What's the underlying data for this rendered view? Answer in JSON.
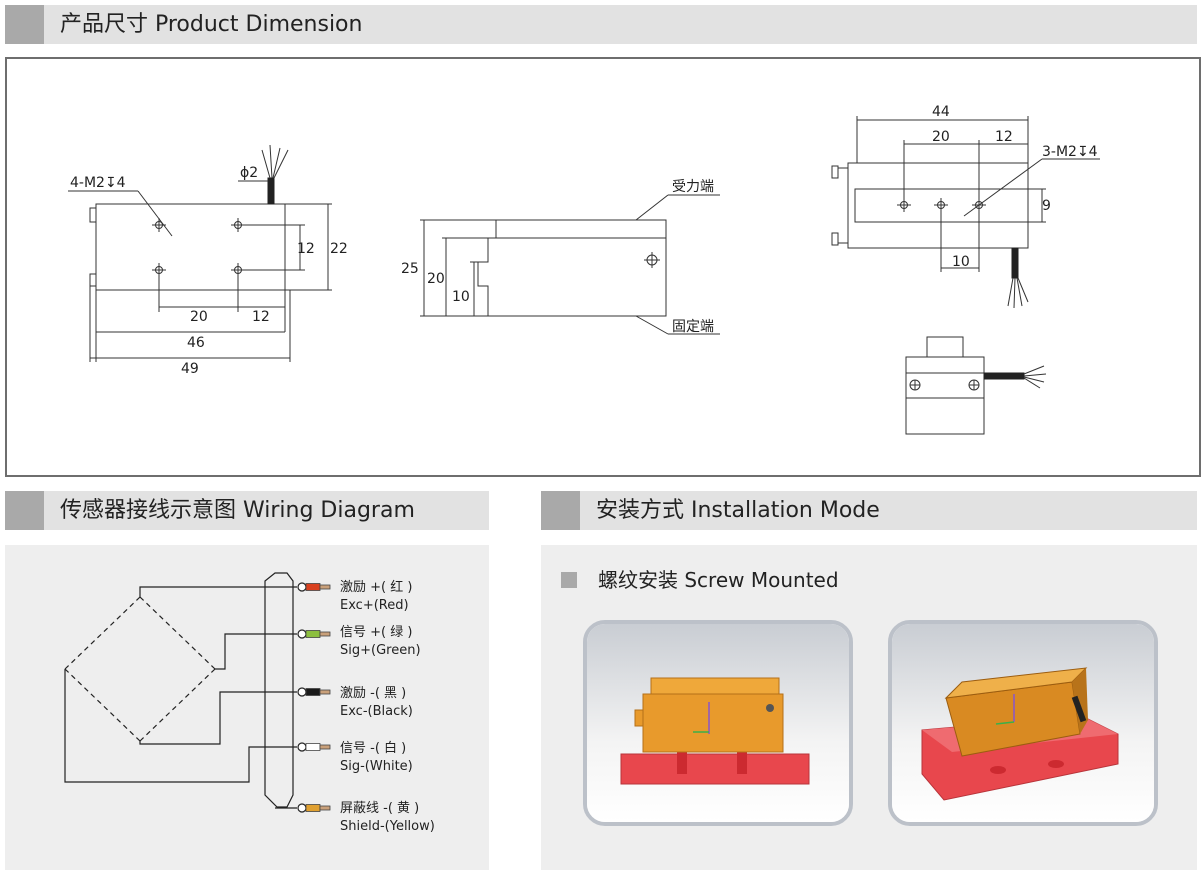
{
  "sections": {
    "dimension": "产品尺寸 Product Dimension",
    "wiring": "传感器接线示意图  Wiring Diagram",
    "installation": "安装方式 Installation Mode"
  },
  "installation": {
    "subtitle": "螺纹安装 Screw Mounted"
  },
  "drawing": {
    "front": {
      "holes": "4-M2↧4",
      "cable": "ϕ2",
      "d20": "20",
      "d12": "12",
      "d46": "46",
      "d49": "49",
      "h12": "12",
      "h22": "22"
    },
    "side": {
      "top": "受力端",
      "bottom": "固定端",
      "h25": "25",
      "h20": "20",
      "h10": "10"
    },
    "top": {
      "d44": "44",
      "d20": "20",
      "d12": "12",
      "holes": "3-M2↧4",
      "h9": "9",
      "d10": "10"
    }
  },
  "wires": [
    {
      "cn": "激励 +( 红 )",
      "en": "Exc+(Red)",
      "color": "#d9401f"
    },
    {
      "cn": "信号 +( 绿 )",
      "en": "Sig+(Green)",
      "color": "#8cbf3f"
    },
    {
      "cn": "激励 -( 黑 )",
      "en": "Exc-(Black)",
      "color": "#1a1a1a"
    },
    {
      "cn": "信号 -( 白 )",
      "en": "Sig-(White)",
      "color": "#ffffff"
    },
    {
      "cn": "屏蔽线 -( 黄 )",
      "en": "Shield-(Yellow)",
      "color": "#e0a030"
    }
  ],
  "colors": {
    "header_bg": "#e2e2e2",
    "header_block": "#a9a9a9",
    "panel_bg": "#eeeeee",
    "sensor_orange": "#e89a2c",
    "base_red": "#e8474d"
  },
  "photos": [
    {
      "icon": "sensor-front-render"
    },
    {
      "icon": "sensor-iso-render"
    }
  ]
}
